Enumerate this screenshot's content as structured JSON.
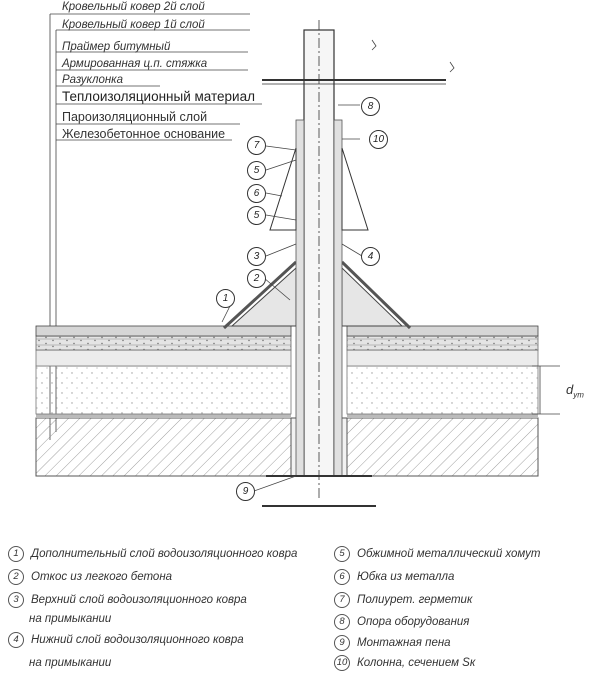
{
  "layers": [
    "Кровельный ковер 2й слой",
    "Кровельный ковер 1й слой",
    "Праймер битумный",
    "Армированная ц.п. стяжка",
    "Разуклонка",
    "Теплоизоляционный материал",
    "Пароизоляционный слой",
    "Железобетонное основание"
  ],
  "callouts": {
    "c1": "1",
    "c2": "2",
    "c3": "3",
    "c4": "4",
    "c5a": "5",
    "c5b": "5",
    "c6": "6",
    "c7": "7",
    "c8": "8",
    "c9": "9",
    "c10": "10"
  },
  "dimension": {
    "base": "d",
    "sub": "ут"
  },
  "legend": {
    "left": [
      {
        "num": "1",
        "text": "Дополнительный слой водоизоляционного ковра"
      },
      {
        "num": "2",
        "text": "Откос из легкого бетона"
      },
      {
        "num": "3",
        "text": "Верхний слой водоизоляционного ковра",
        "cont": "на примыкании"
      },
      {
        "num": "4",
        "text": "Нижний слой водоизоляционного ковра",
        "cont": "на примыкании"
      }
    ],
    "right": [
      {
        "num": "5",
        "text": "Обжимной металлический хомут"
      },
      {
        "num": "6",
        "text": "Юбка из металла"
      },
      {
        "num": "7",
        "text": "Полиурет. герметик"
      },
      {
        "num": "8",
        "text": "Опора оборудования"
      },
      {
        "num": "9",
        "text": "Монтажная пена"
      },
      {
        "num": "10",
        "text": "Колонна, сечением Sк"
      }
    ]
  }
}
